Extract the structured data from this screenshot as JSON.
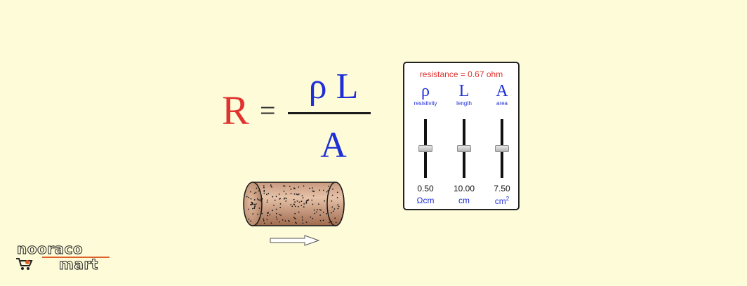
{
  "formula": {
    "R": "R",
    "equals": "=",
    "numerator": "ρ L",
    "denominator": "A"
  },
  "panel": {
    "readout": "resistance = 0.67 ohm",
    "sliders": [
      {
        "symbol": "ρ",
        "name": "resistivity",
        "value": "0.50",
        "unit": "Ωcm",
        "level": 0.5
      },
      {
        "symbol": "L",
        "name": "length",
        "value": "10.00",
        "unit": "cm",
        "level": 0.5
      },
      {
        "symbol": "A",
        "name": "area",
        "value": "7.50",
        "unit": "cm",
        "unit_sup": "2",
        "level": 0.5
      }
    ]
  },
  "logo": {
    "line1": "nooraco",
    "line2": "mart"
  },
  "colors": {
    "background": "#fdfbd8",
    "accent_red": "#e0322e",
    "accent_blue": "#1f2fd6",
    "wire": "#b57a5a",
    "logo_orange": "#e0602a"
  }
}
